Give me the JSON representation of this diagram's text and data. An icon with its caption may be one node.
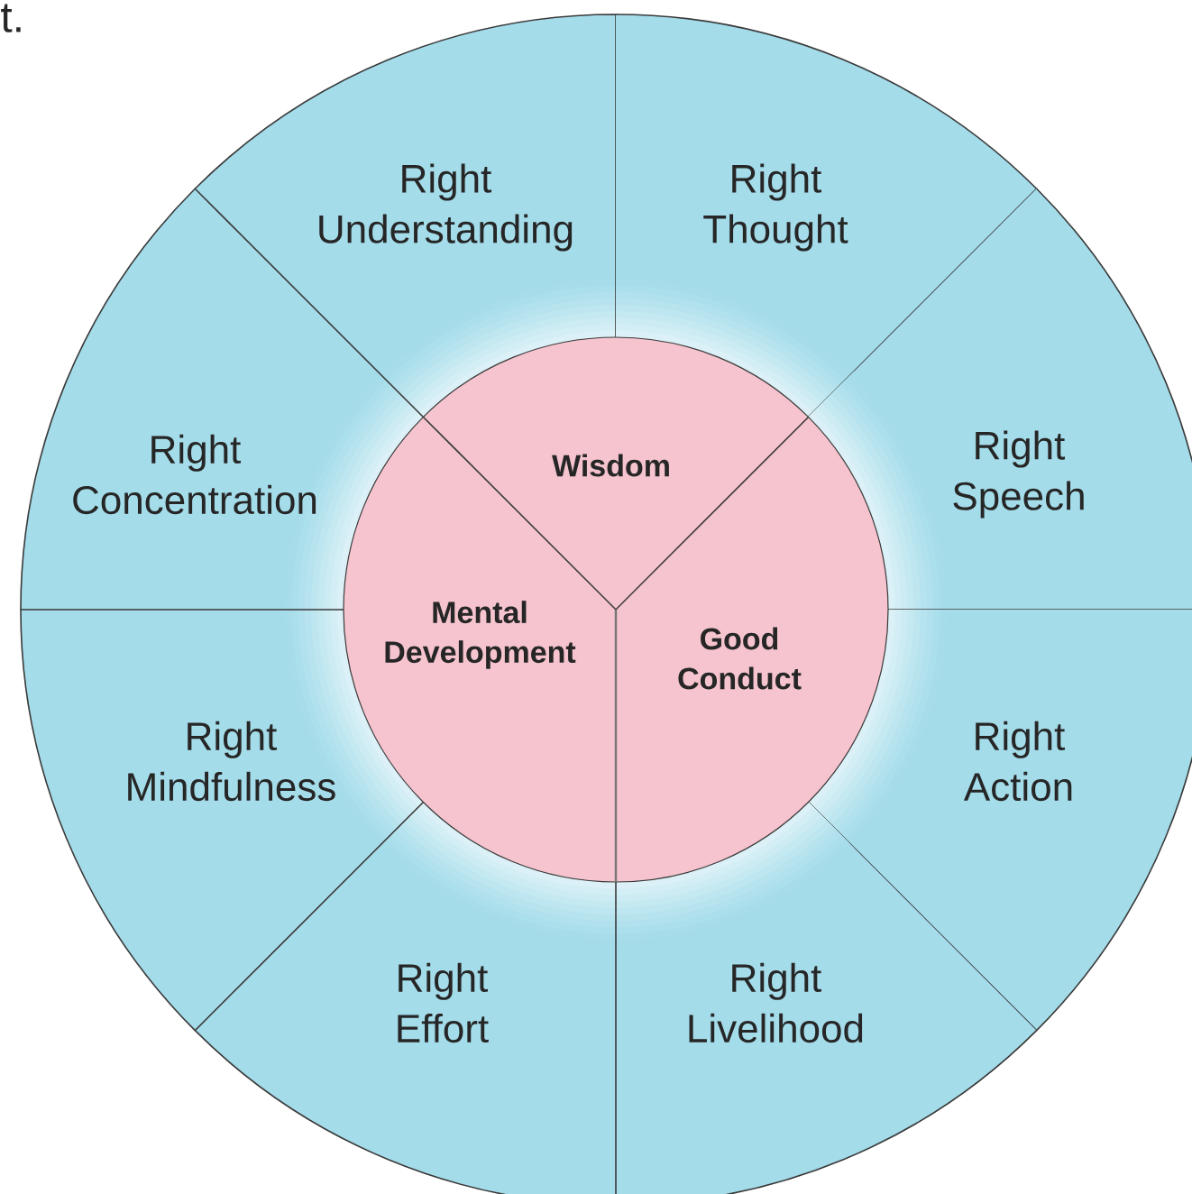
{
  "diagram": {
    "nodes": [
      {
        "text": [
          "Right Understanding"
        ]
      },
      {
        "text": [
          "Right Thought"
        ]
      },
      {
        "text": [
          "Right Concentration"
        ]
      },
      {
        "text": [
          "Wisdom"
        ]
      },
      {
        "text": [
          "Right Speech"
        ]
      },
      {
        "text": [
          "Mental Development"
        ]
      },
      {
        "text": [
          "Good Conduct"
        ]
      },
      {
        "text": [
          "Right Mindfulness"
        ]
      },
      {
        "text": [
          "Right Action"
        ]
      },
      {
        "text": [
          "Right Effort"
        ]
      },
      {
        "text": [
          "Right Livelihood"
        ]
      }
    ],
    "labels": [
      "t."
    ]
  }
}
